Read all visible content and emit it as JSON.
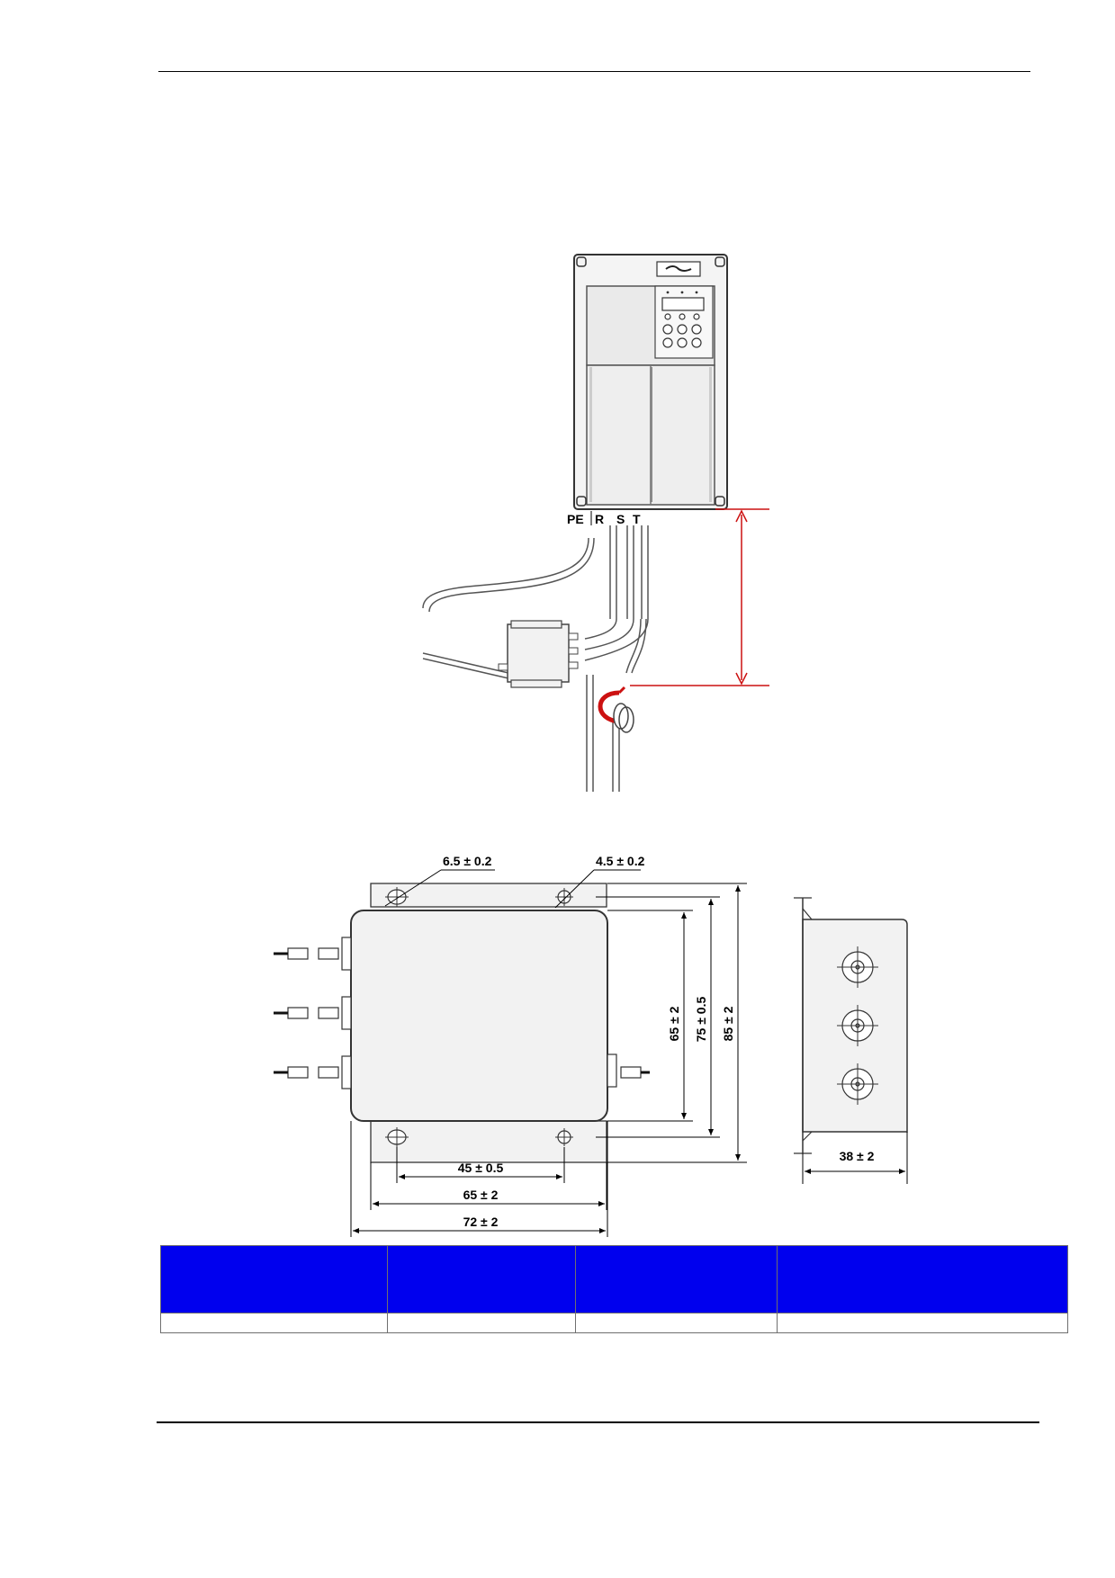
{
  "installation_figure": {
    "terminal_labels": [
      "PE",
      "R",
      "S",
      "T"
    ]
  },
  "dimension_drawing": {
    "top_hole_large": "6.5 ± 0.2",
    "top_hole_small": "4.5 ± 0.2",
    "height_inner": "65 ± 2",
    "height_mid": "75 ± 0.5",
    "height_outer": "85 ± 2",
    "width_holes": "45 ± 0.5",
    "width_body": "65 ± 2",
    "width_total": "72 ± 2",
    "depth_side": "38 ± 2"
  },
  "spec_table": {
    "header_color": "#0000ee",
    "columns": 4,
    "rows": 1
  }
}
